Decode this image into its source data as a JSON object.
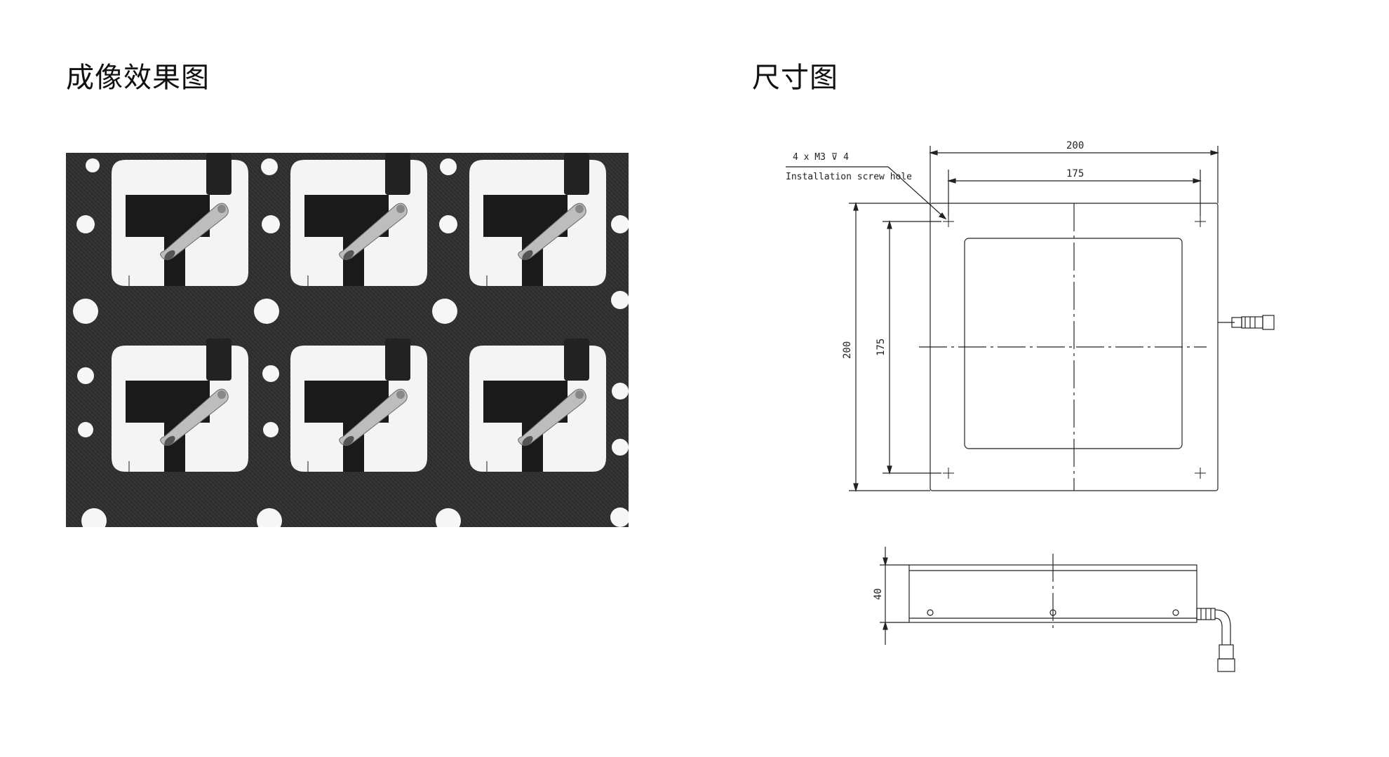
{
  "sections": {
    "imaging_title": "成像效果图",
    "dimension_title": "尺寸图"
  },
  "drawing": {
    "outer_width": "200",
    "hole_spacing_x": "175",
    "outer_height": "200",
    "hole_spacing_y": "175",
    "depth": "40",
    "note_line1": "4 x  M3 ⊽ 4",
    "note_line2": "Installation screw hole"
  },
  "photo": {
    "description_icon": "metal-stamping-sample-image"
  }
}
